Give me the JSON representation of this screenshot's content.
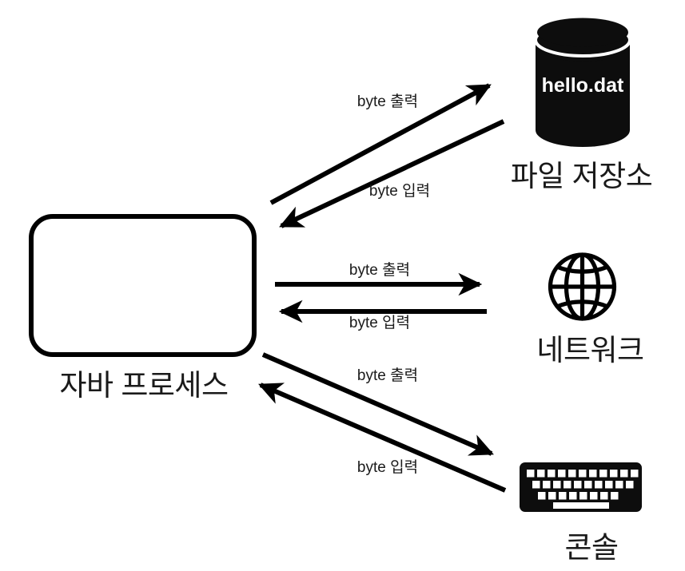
{
  "diagram": {
    "title": "Java I/O stream diagram",
    "background_color": "#ffffff",
    "stroke_color": "#000000",
    "nodes": [
      {
        "id": "process",
        "label": "자바 프로세스",
        "icon": "rounded-rectangle",
        "shape": "empty-rounded-box"
      },
      {
        "id": "file_store",
        "label": "파일 저장소",
        "icon": "database-cylinder-icon",
        "inner_text": "hello.dat"
      },
      {
        "id": "network",
        "label": "네트워크",
        "icon": "globe-icon"
      },
      {
        "id": "console",
        "label": "콘솔",
        "icon": "keyboard-icon"
      }
    ],
    "edges": [
      {
        "id": "file_out",
        "from": "process",
        "to": "file_store",
        "label": "byte 출력",
        "direction": "up-right"
      },
      {
        "id": "file_in",
        "from": "file_store",
        "to": "process",
        "label": "byte 입력",
        "direction": "down-left"
      },
      {
        "id": "net_out",
        "from": "process",
        "to": "network",
        "label": "byte 출력",
        "direction": "right"
      },
      {
        "id": "net_in",
        "from": "network",
        "to": "process",
        "label": "byte 입력",
        "direction": "left"
      },
      {
        "id": "con_out",
        "from": "process",
        "to": "console",
        "label": "byte 출력",
        "direction": "down-right"
      },
      {
        "id": "con_in",
        "from": "console",
        "to": "process",
        "label": "byte 입력",
        "direction": "up-left"
      }
    ]
  }
}
